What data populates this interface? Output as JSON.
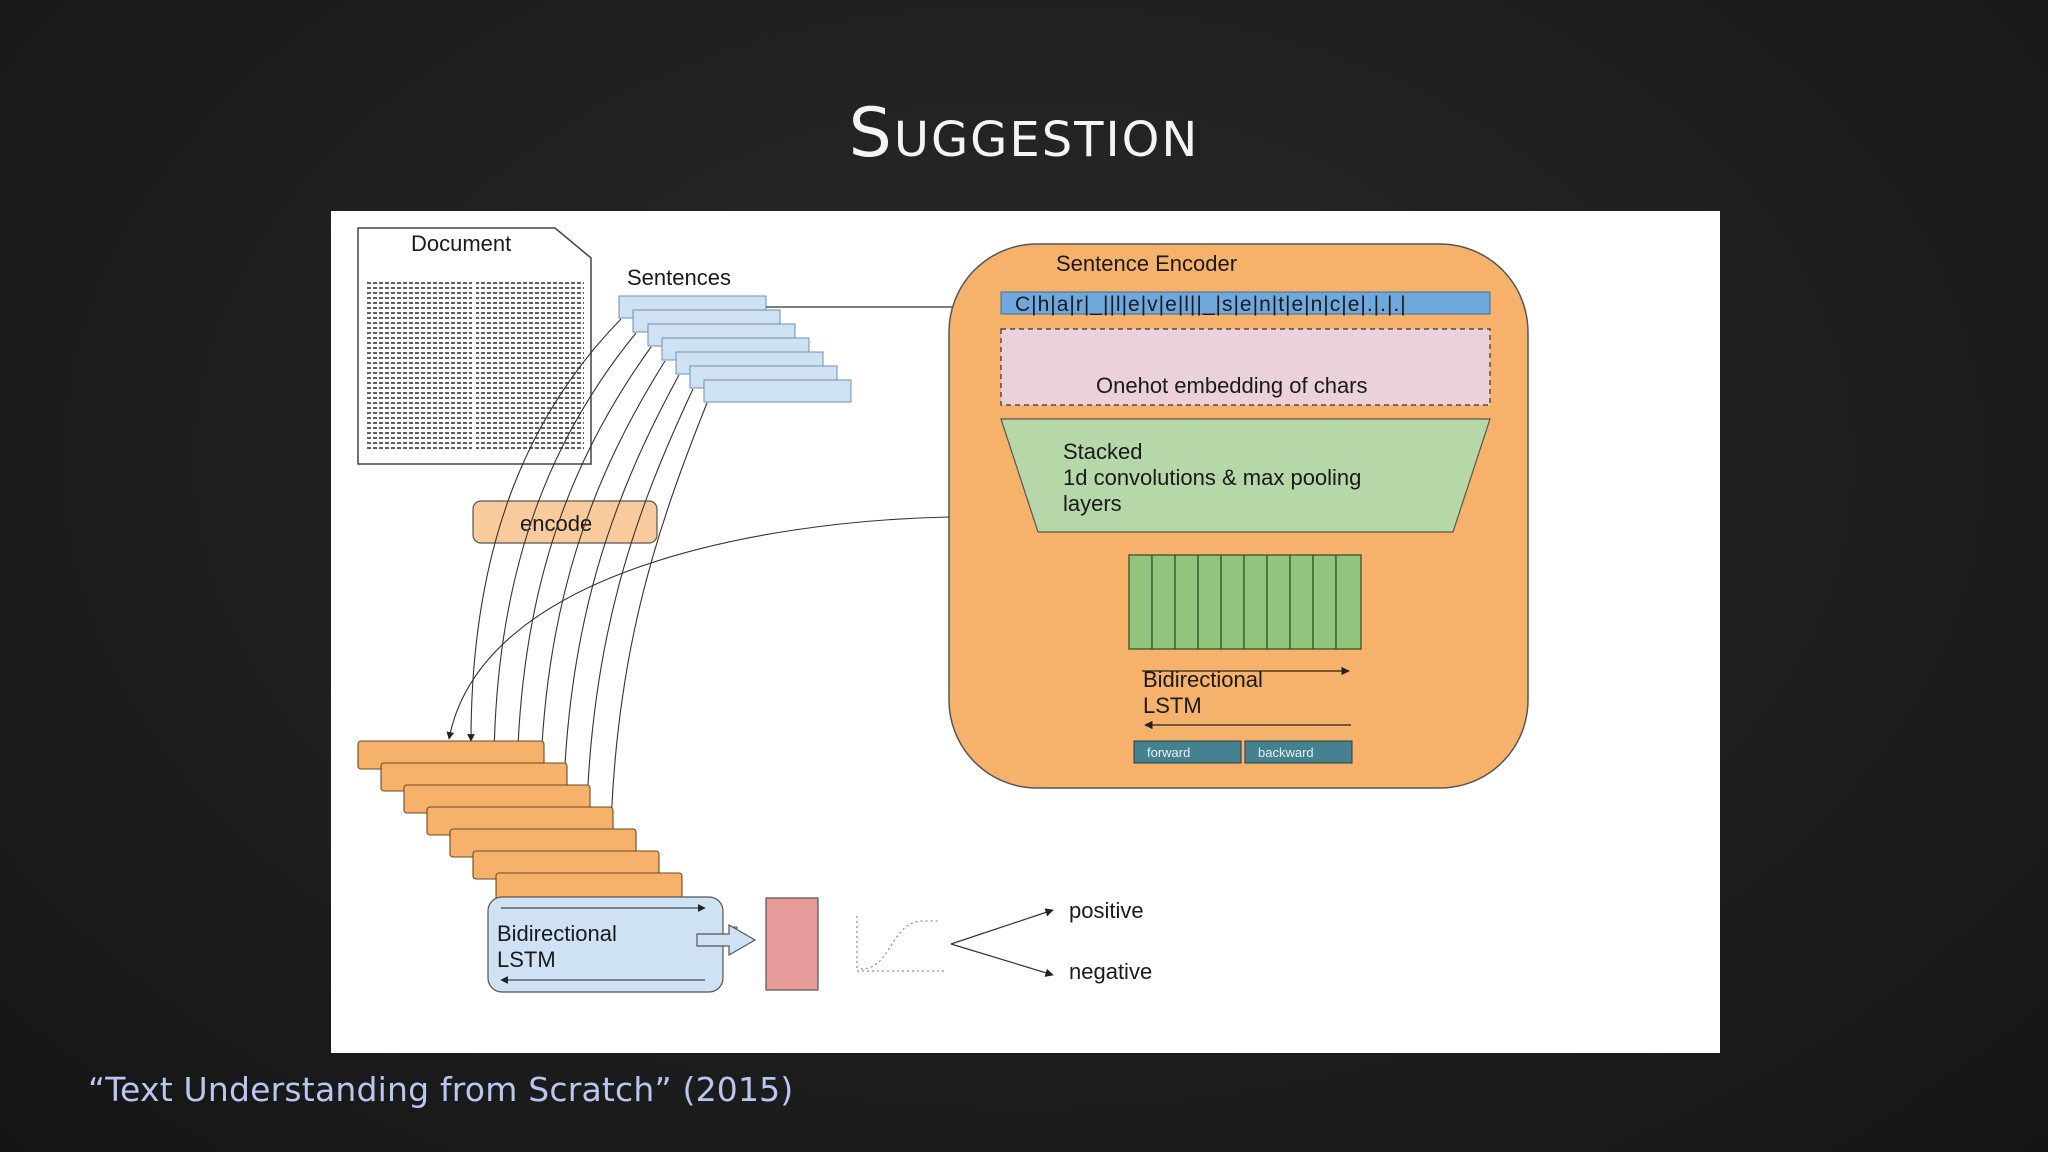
{
  "slide": {
    "title": "Suggestion",
    "citation": "“Text Understanding from Scratch” (2015)"
  },
  "diagram": {
    "document_label": "Document",
    "sentences_label": "Sentences",
    "encode_label": "encode",
    "encoder": {
      "title": "Sentence Encoder",
      "char_sequence": "C|h|a|r|_||l|e|v|e|l||_|s|e|n|t|e|n|c|e|.|.|.|",
      "onehot_label": "Onehot embedding of chars",
      "conv_label_line1": "Stacked",
      "conv_label_line2": "1d convolutions & max pooling",
      "conv_label_line3": "layers",
      "lstm_label_line1": "Bidirectional",
      "lstm_label_line2": "LSTM",
      "forward_label": "forward",
      "backward_label": "backward"
    },
    "doc_lstm_line1": "Bidirectional",
    "doc_lstm_line2": "LSTM",
    "output_positive": "positive",
    "output_negative": "negative"
  },
  "colors": {
    "encoder_fill": "#f4b36d",
    "sentence_block": "#cfe2f3",
    "char_bar": "#6fa8dc",
    "onehot_fill": "#ead1dc",
    "conv_fill": "#b6d7a8",
    "feature_cells": "#93c47d",
    "sentence_vectors": "#f6b26b",
    "doc_lstm_fill": "#cfe2f3",
    "classifier_fill": "#e69a9a",
    "fwd_bwd_fill": "#45818e"
  }
}
